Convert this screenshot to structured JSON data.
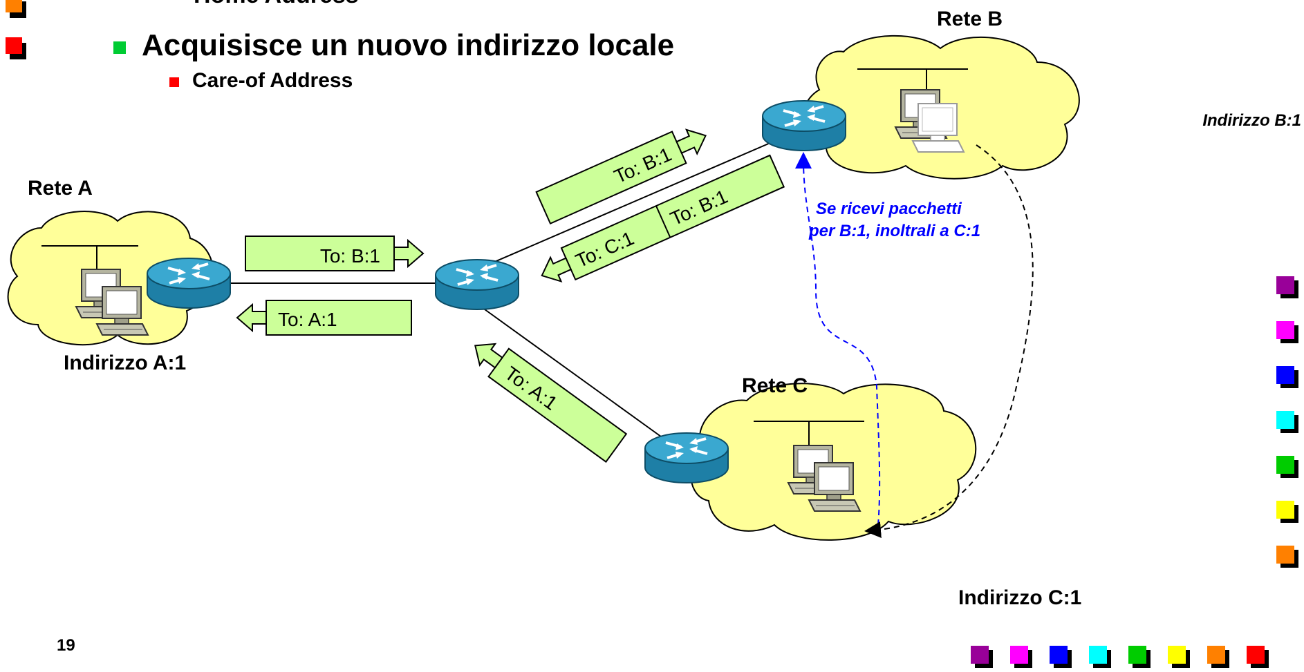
{
  "slide": {
    "partial_heading": "Home Address",
    "bullet_main": "Acquisisce un nuovo indirizzo locale",
    "bullet_sub": "Care-of Address",
    "page_number": "19"
  },
  "networks": {
    "a": {
      "name": "Rete A",
      "address": "Indirizzo A:1"
    },
    "b": {
      "name": "Rete B",
      "address": "Indirizzo B:1"
    },
    "c": {
      "name": "Rete C",
      "address": "Indirizzo C:1"
    }
  },
  "packets": {
    "a_to_b": "To: B:1",
    "b_to_a": "To: A:1",
    "upper_b": "To: B:1",
    "encap_outer": "To: C:1",
    "encap_inner": "To: B:1",
    "diag_a": "To: A:1"
  },
  "annotation": {
    "line1": "Se ricevi pacchetti",
    "line2": "per B:1, inoltrali a C:1"
  },
  "colors": {
    "cloud": "#ffff99",
    "packet": "#ccff99",
    "router": "#2f9ec4",
    "annotation": "#0000ff",
    "bullet_main": "#00cc33",
    "bullet_sub": "#ff0000"
  },
  "decor_squares": [
    "#990099",
    "#ff00ff",
    "#0000ff",
    "#00ffff",
    "#00cc00",
    "#ffff00",
    "#ff8000",
    "#ff0000"
  ]
}
